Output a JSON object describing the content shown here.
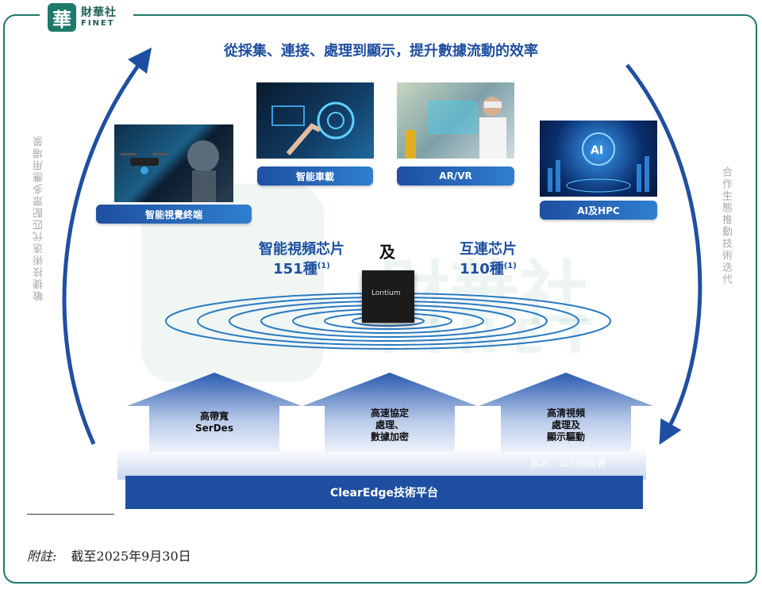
{
  "brand": {
    "logo_char": "華",
    "name_cn": "財華社",
    "name_en": "FINET"
  },
  "headline": "從採集、連接、處理到顯示，提升數據流動的效率",
  "side_left": "敏捷技術迭代匹配眾多應用場景",
  "side_right": "合作生態推動技術迭代",
  "applications": [
    {
      "label": "智能視覺終端",
      "image": "drone-and-robot-image"
    },
    {
      "label": "智能車載",
      "image": "car-dashboard-image"
    },
    {
      "label": "AR/VR",
      "image": "vr-headset-image"
    },
    {
      "label": "AI及HPC",
      "image": "ai-brain-image"
    }
  ],
  "chips": {
    "video": {
      "label": "智能視頻芯片",
      "count": "151種",
      "ref": "(1)"
    },
    "and": "及",
    "interconnect": {
      "label": "互連芯片",
      "count": "110種",
      "ref": "(1)"
    },
    "brand_name": "Lontium"
  },
  "capabilities": [
    {
      "lines": [
        "高帶寬",
        "SerDes"
      ]
    },
    {
      "lines": [
        "高速協定",
        "處理、",
        "數據加密"
      ]
    },
    {
      "lines": [
        "高清視頻",
        "處理及",
        "顯示驅動"
      ]
    }
  ],
  "source": "圖源：公司招股書",
  "platform": "ClearEdge技術平台",
  "note": {
    "label": "附註:",
    "text": "截至2025年9月30日"
  },
  "colors": {
    "primary_blue": "#1f4fa0",
    "frame_green": "#1e7a6a"
  }
}
